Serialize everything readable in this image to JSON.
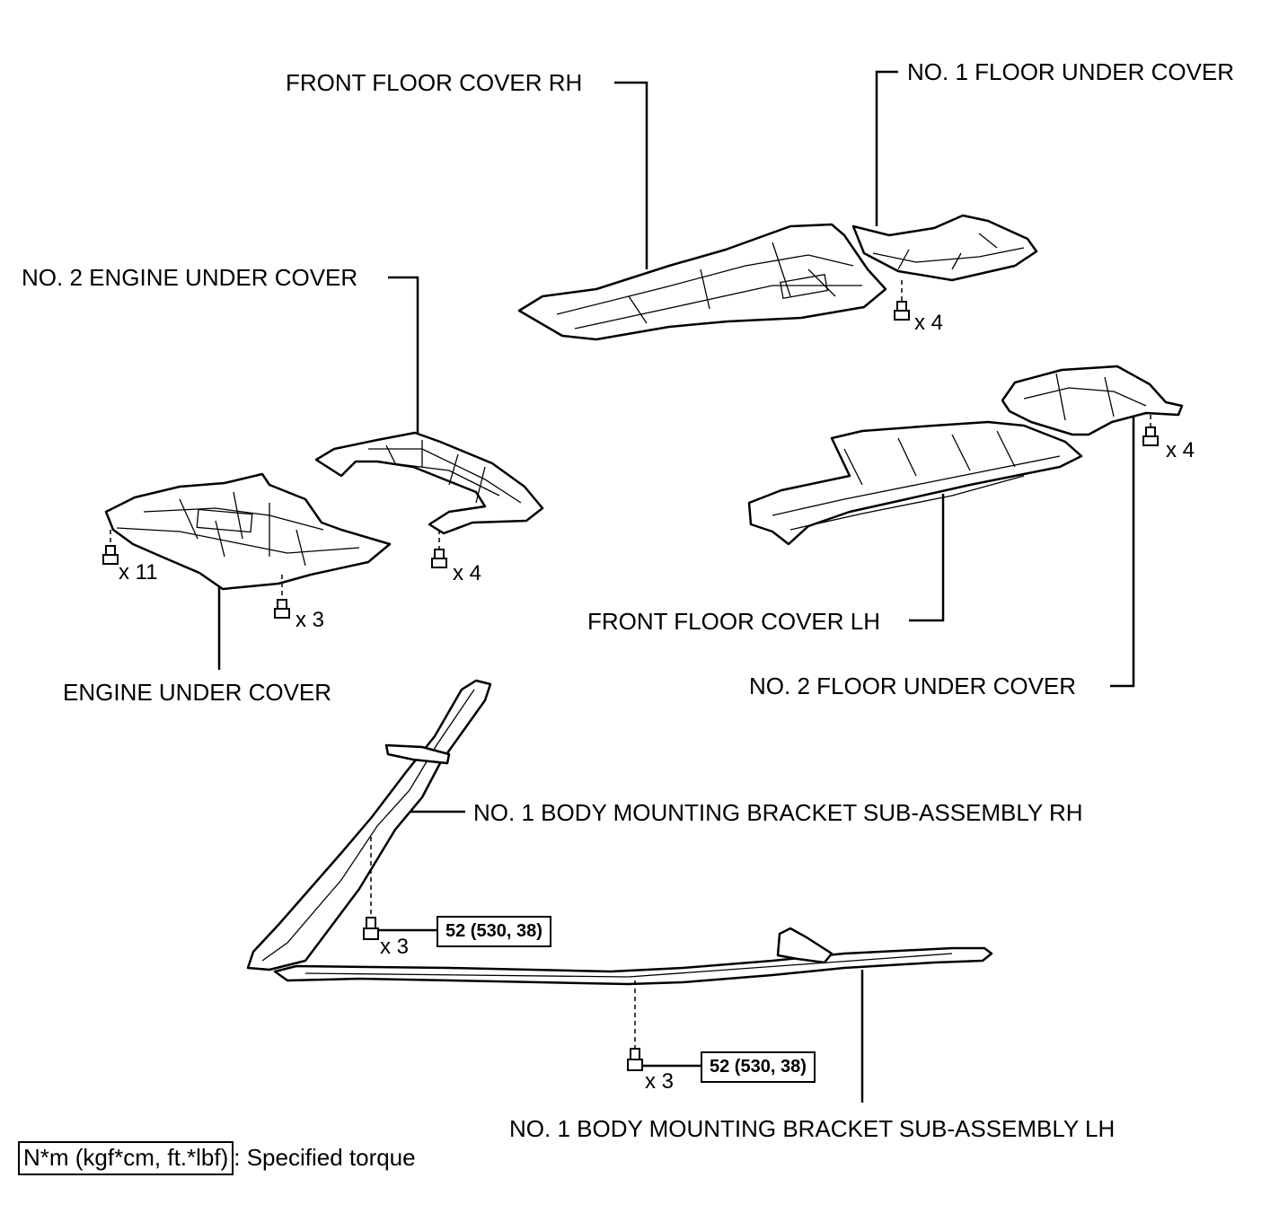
{
  "labels": {
    "front_floor_cover_rh": "FRONT FLOOR COVER RH",
    "no1_floor_under_cover": "NO. 1 FLOOR UNDER COVER",
    "no2_engine_under_cover": "NO. 2 ENGINE UNDER COVER",
    "front_floor_cover_lh": "FRONT FLOOR COVER LH",
    "no2_floor_under_cover": "NO. 2 FLOOR UNDER COVER",
    "engine_under_cover": "ENGINE UNDER COVER",
    "bracket_rh": "NO. 1 BODY MOUNTING BRACKET SUB-ASSEMBLY RH",
    "bracket_lh": "NO. 1 BODY MOUNTING BRACKET SUB-ASSEMBLY LH"
  },
  "quantities": {
    "no1_floor_under_cover_bolts": "x 4",
    "no2_floor_under_cover_bolts": "x 4",
    "engine_under_cover_bolts_left": "x 11",
    "engine_under_cover_bolts_center": "x 3",
    "no2_engine_under_cover_bolts": "x 4",
    "bracket_rh_bolts": "x 3",
    "bracket_lh_bolts": "x 3"
  },
  "torques": {
    "bracket_rh": "52 (530, 38)",
    "bracket_lh": "52 (530, 38)"
  },
  "legend": {
    "unit": "N*m (kgf*cm, ft.*lbf)",
    "description": ": Specified torque"
  }
}
